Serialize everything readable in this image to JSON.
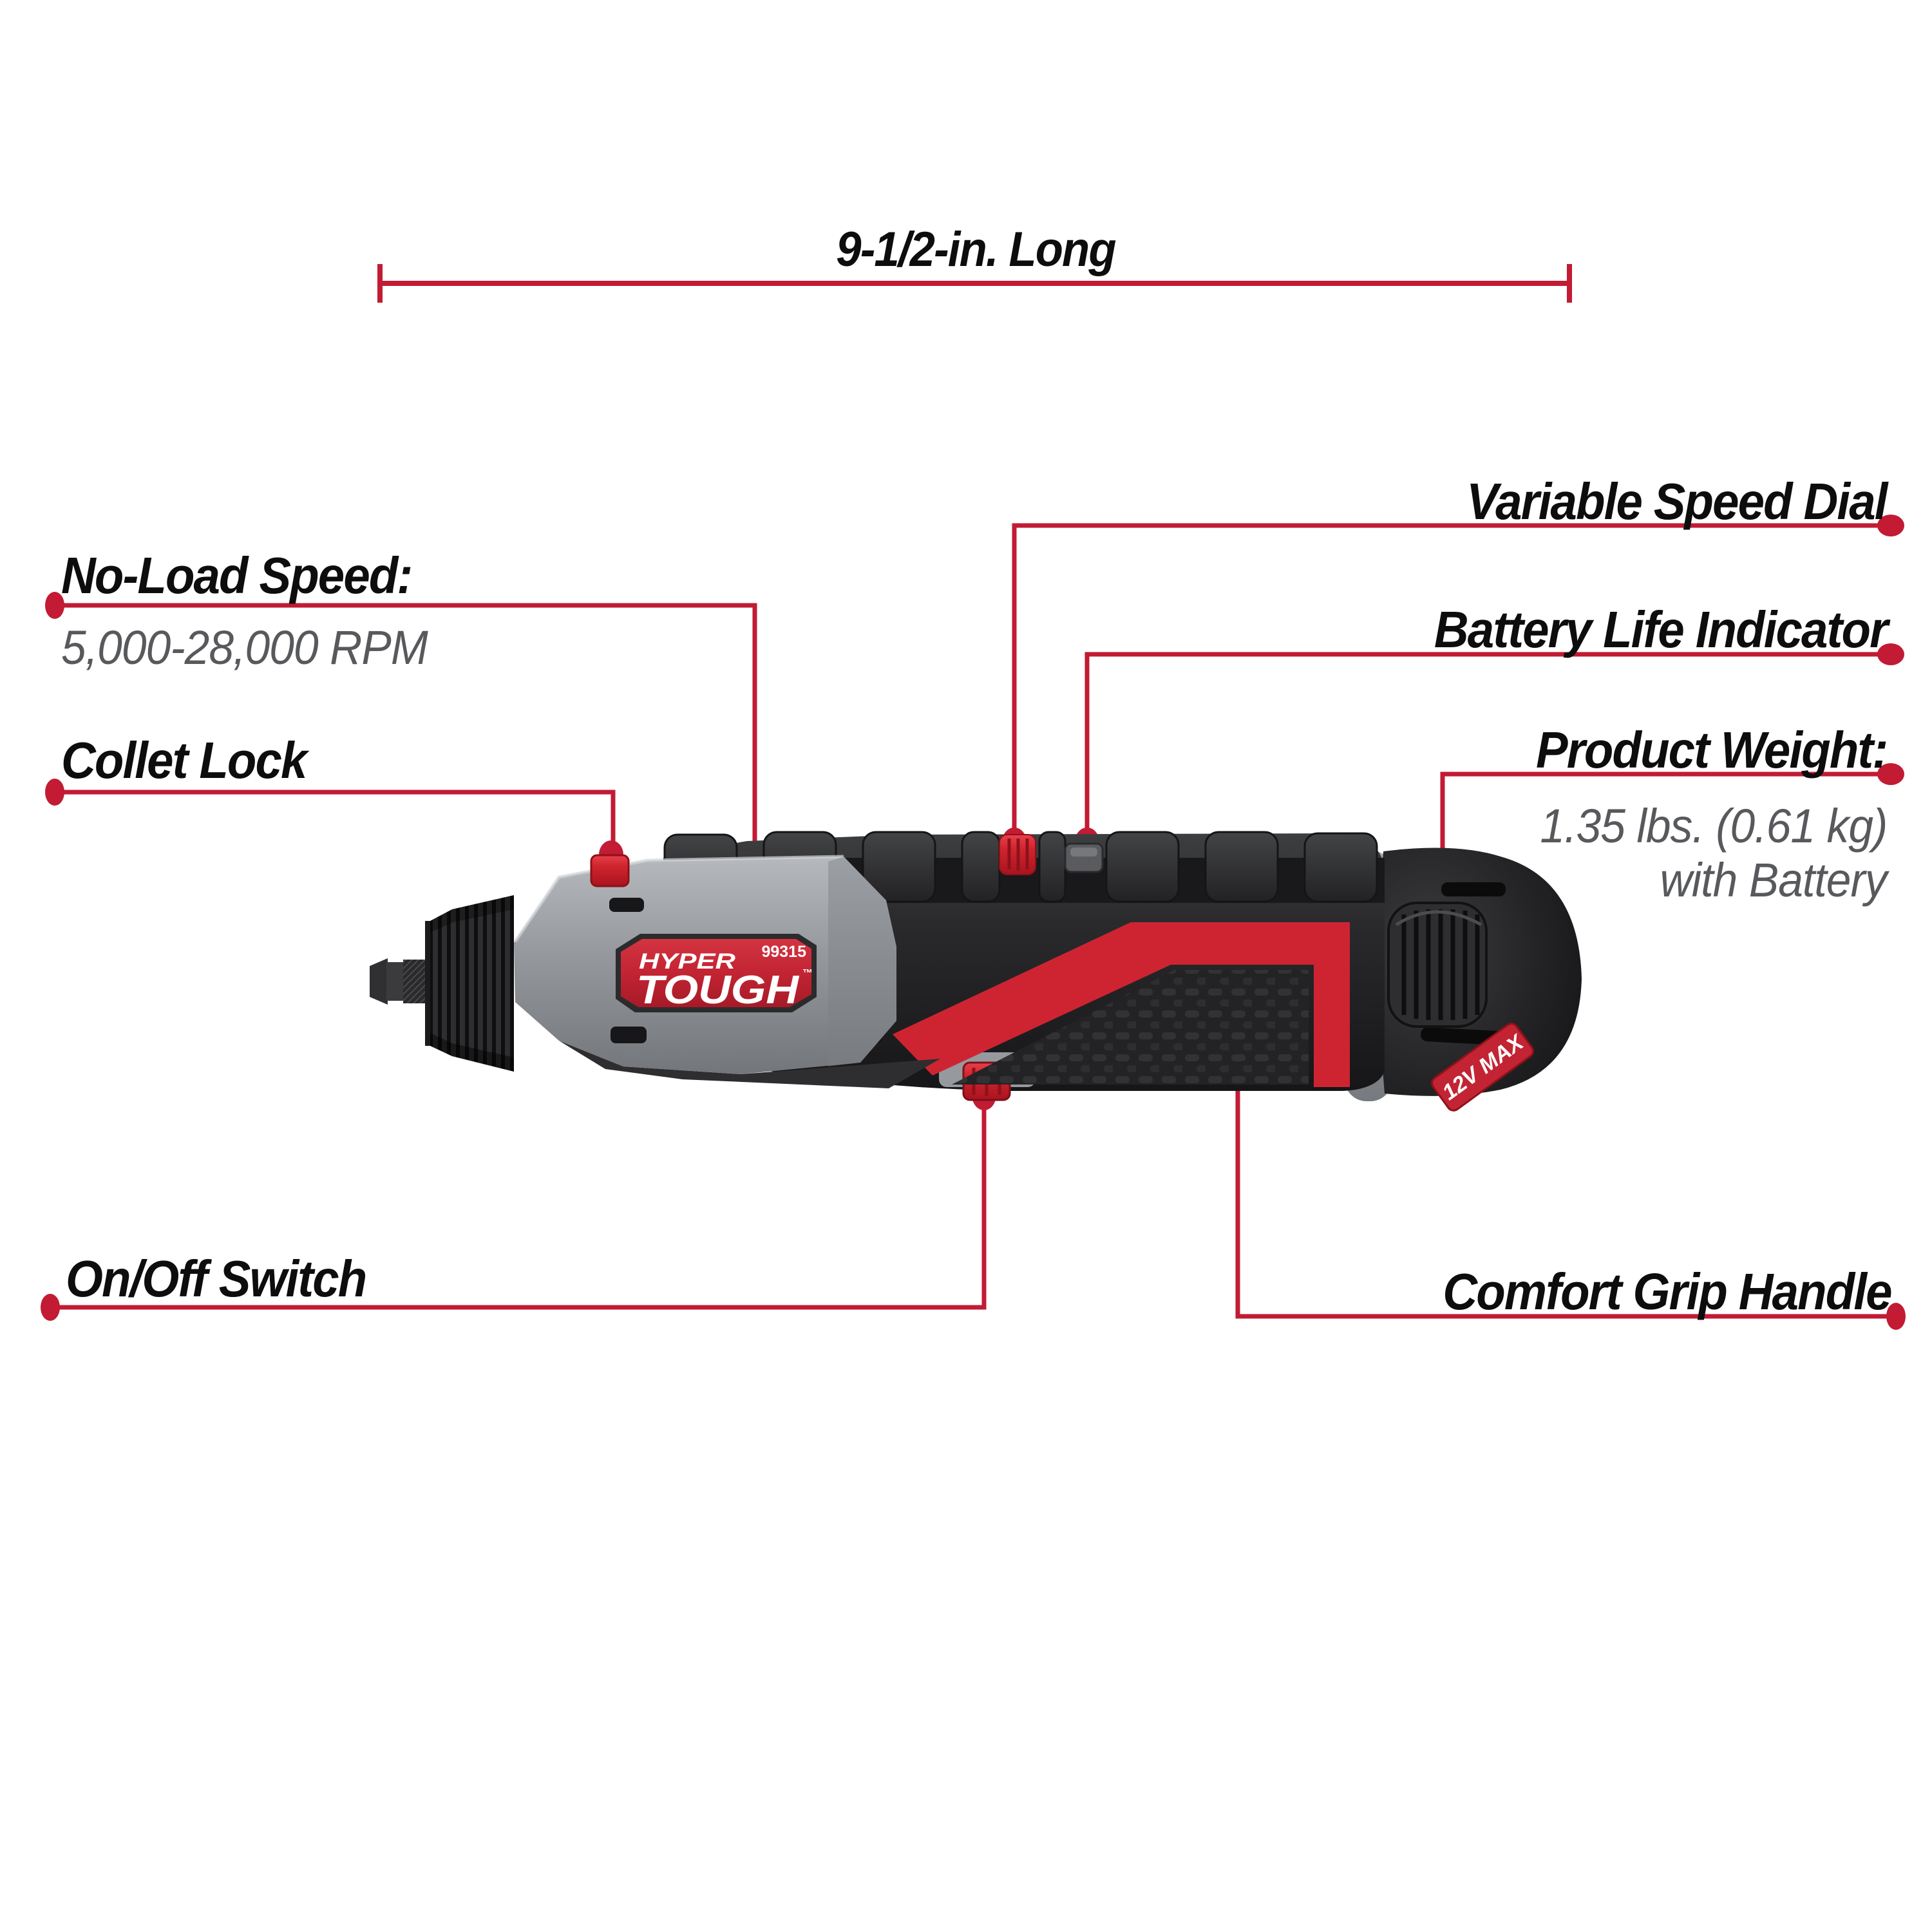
{
  "colors": {
    "background": "#ffffff",
    "leader_red": "#c21b33",
    "accent_red": "#ce2431",
    "logo_plate_red": "#c22433",
    "heading_black": "#0d0d0e",
    "value_gray": "#58595c",
    "housing_gray": "#8e9195",
    "body_black": "#232325"
  },
  "dimension": {
    "label": "9-1/2-in. Long"
  },
  "callouts": {
    "no_load_speed": {
      "title": "No-Load Speed:",
      "value": "5,000-28,000 RPM"
    },
    "collet_lock": {
      "title": "Collet Lock"
    },
    "variable_speed_dial": {
      "title": "Variable Speed Dial"
    },
    "battery_life_indicator": {
      "title": "Battery Life Indicator"
    },
    "product_weight": {
      "title": "Product Weight:",
      "value_line1": "1.35 lbs. (0.61 kg)",
      "value_line2": "with Battery"
    },
    "on_off_switch": {
      "title": "On/Off Switch"
    },
    "comfort_grip_handle": {
      "title": "Comfort Grip Handle"
    }
  },
  "product": {
    "brand_line1": "HYPER",
    "brand_line2": "TOUGH",
    "trademark_symbol": "™",
    "model_number": "99315",
    "battery_badge_text": "12V MAX"
  }
}
